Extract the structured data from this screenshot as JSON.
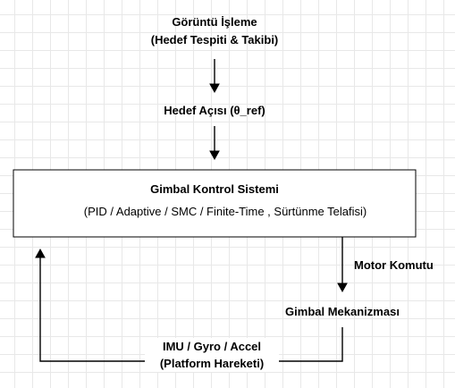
{
  "nodes": {
    "image_processing": {
      "line1": "Görüntü İşleme",
      "line2": "(Hedef Tespiti & Takibi)"
    },
    "target_angle": {
      "label": "Hedef Açısı (θ_ref)"
    },
    "controller": {
      "title": "Gimbal Kontrol Sistemi",
      "subtitle": "(PID / Adaptive / SMC / Finite-Time , Sürtünme Telafisi)"
    },
    "motor_command": {
      "label": "Motor Komutu"
    },
    "mechanism": {
      "label": "Gimbal Mekanizması"
    },
    "imu_feedback": {
      "line1": "IMU / Gyro / Accel",
      "line2": "(Platform Hareketi)"
    }
  },
  "colors": {
    "line": "#000000",
    "box_border": "#000000",
    "grid": "#e8e8e8",
    "background": "#ffffff"
  }
}
